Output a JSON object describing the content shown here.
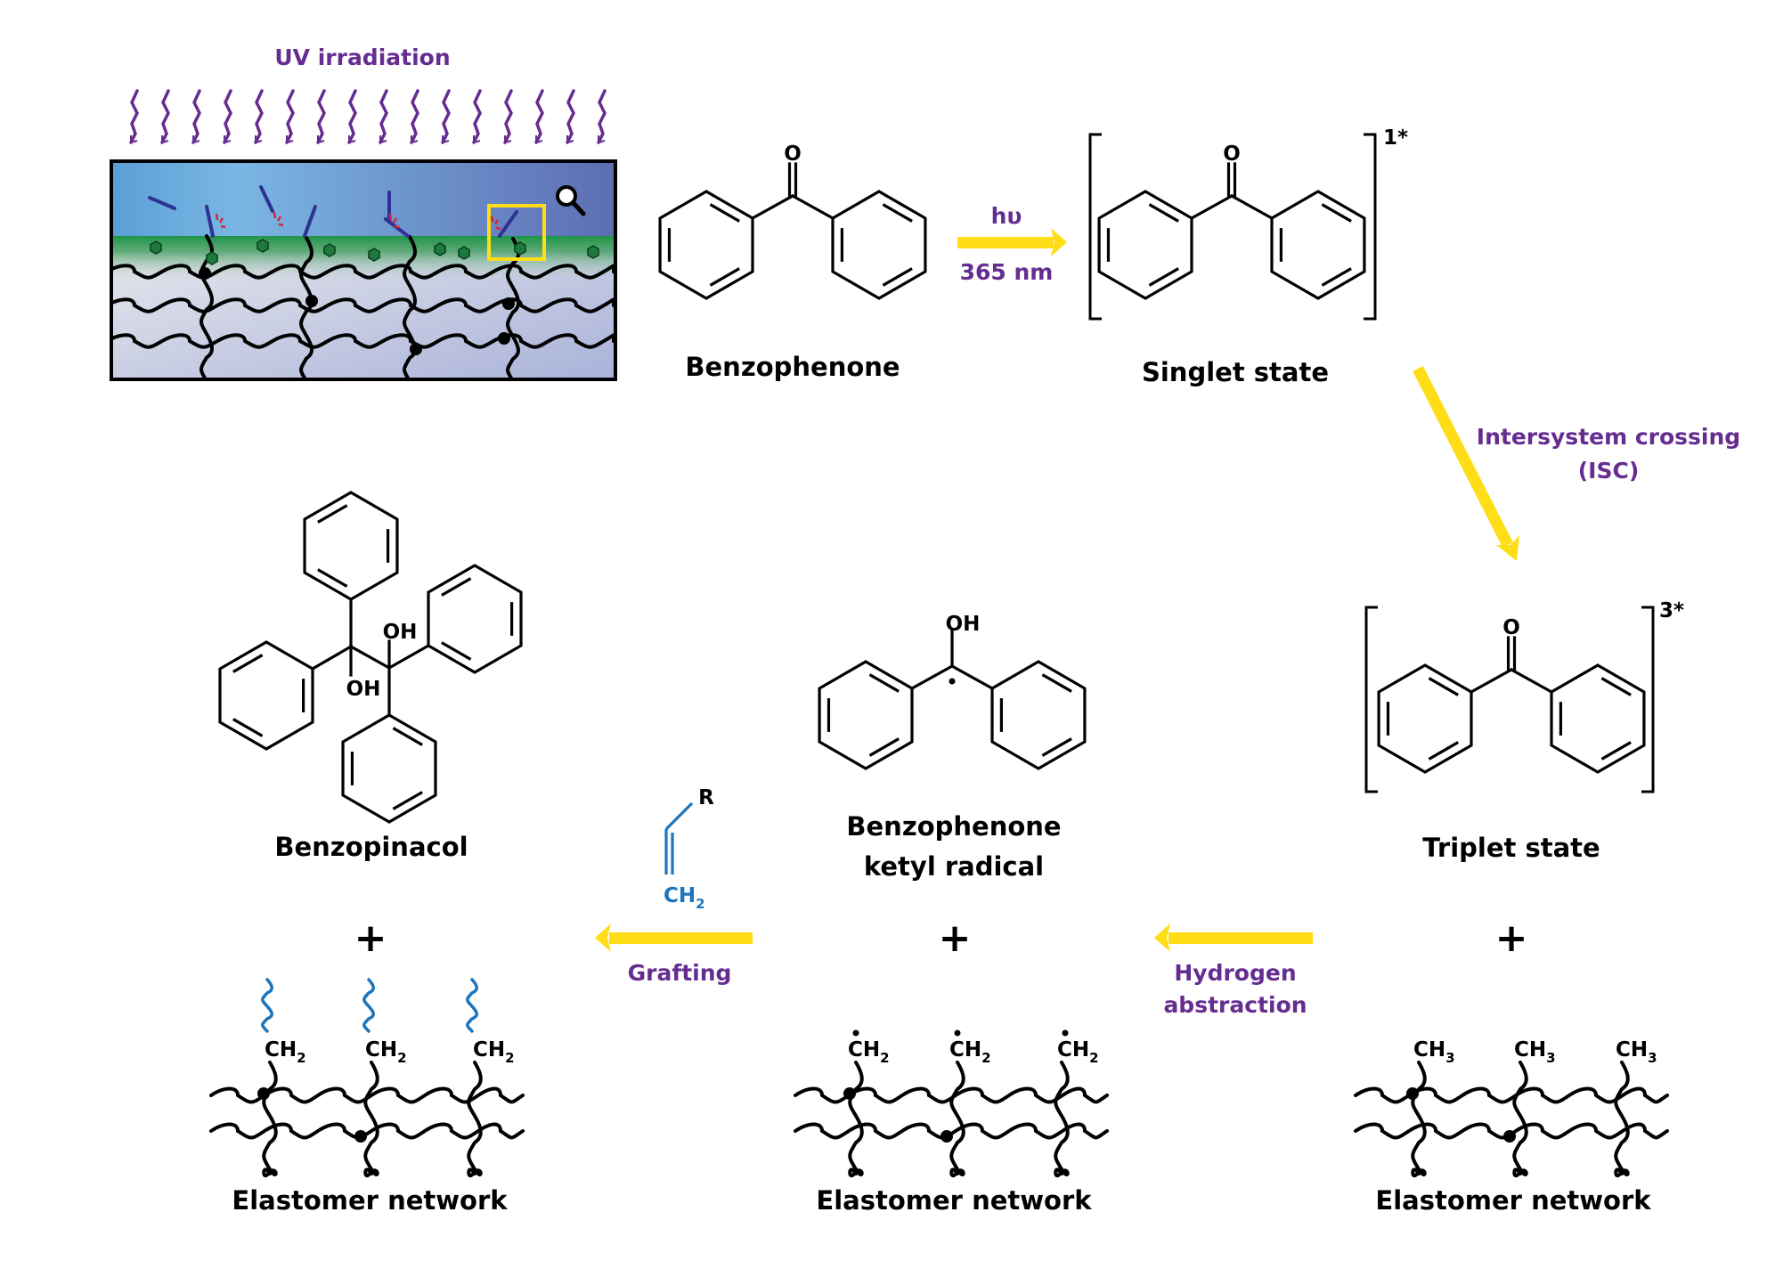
{
  "colors": {
    "process_text": "#662d91",
    "arrow": "#ffde17",
    "graft": "#1c75bc",
    "bond": "#000000",
    "uv_wave": "#662d91",
    "sample_top": "#78b4e2",
    "sample_top_right": "#5e6fb4",
    "green_layer": "#1e9447",
    "sample_bottom": "#e6e7ea",
    "sample_bottom_right": "#aab3d9",
    "box_highlight": "#ffde17",
    "radical_burst": "#d7263d",
    "monomer": "#2e3192",
    "bp_particle": "#1e7a3c"
  },
  "header": {
    "uv_label": "UV irradiation",
    "uv_ray_count": 16
  },
  "sample_panel": {
    "magnifier_icon": "magnifier-icon",
    "highlight_box": "zoom-region"
  },
  "molecules": {
    "benzophenone": {
      "name": "Benzophenone",
      "heteroatom": "O"
    },
    "singlet": {
      "name": "Singlet state",
      "heteroatom": "O",
      "superscript": "1*"
    },
    "triplet": {
      "name": "Triplet state",
      "heteroatom": "O",
      "superscript": "3*"
    },
    "ketyl": {
      "name_line1": "Benzophenone",
      "name_line2": "ketyl radical",
      "heteroatom": "OH"
    },
    "benzopinacol": {
      "name": "Benzopinacol",
      "oh_upper": "OH",
      "oh_lower": "OH"
    },
    "monomer": {
      "substituent": "R",
      "group": "CH",
      "group_sub": "2"
    }
  },
  "steps": {
    "excitation": {
      "top": "hυ",
      "bottom": "365 nm"
    },
    "isc": {
      "line1": "Intersystem crossing",
      "line2": "(ISC)"
    },
    "abstraction": {
      "line1": "Hydrogen",
      "line2": "abstraction"
    },
    "grafting": {
      "label": "Grafting"
    }
  },
  "plus_sign": "+",
  "networks": {
    "grafted": {
      "name": "Elastomer network",
      "group": "CH",
      "sub": "2",
      "radical": false,
      "grafted_chains": true
    },
    "radical": {
      "name": "Elastomer network",
      "group": "CH",
      "sub": "2",
      "radical": true,
      "grafted_chains": false
    },
    "pristine": {
      "name": "Elastomer network",
      "group": "CH",
      "sub": "3",
      "radical": false,
      "grafted_chains": false
    }
  }
}
